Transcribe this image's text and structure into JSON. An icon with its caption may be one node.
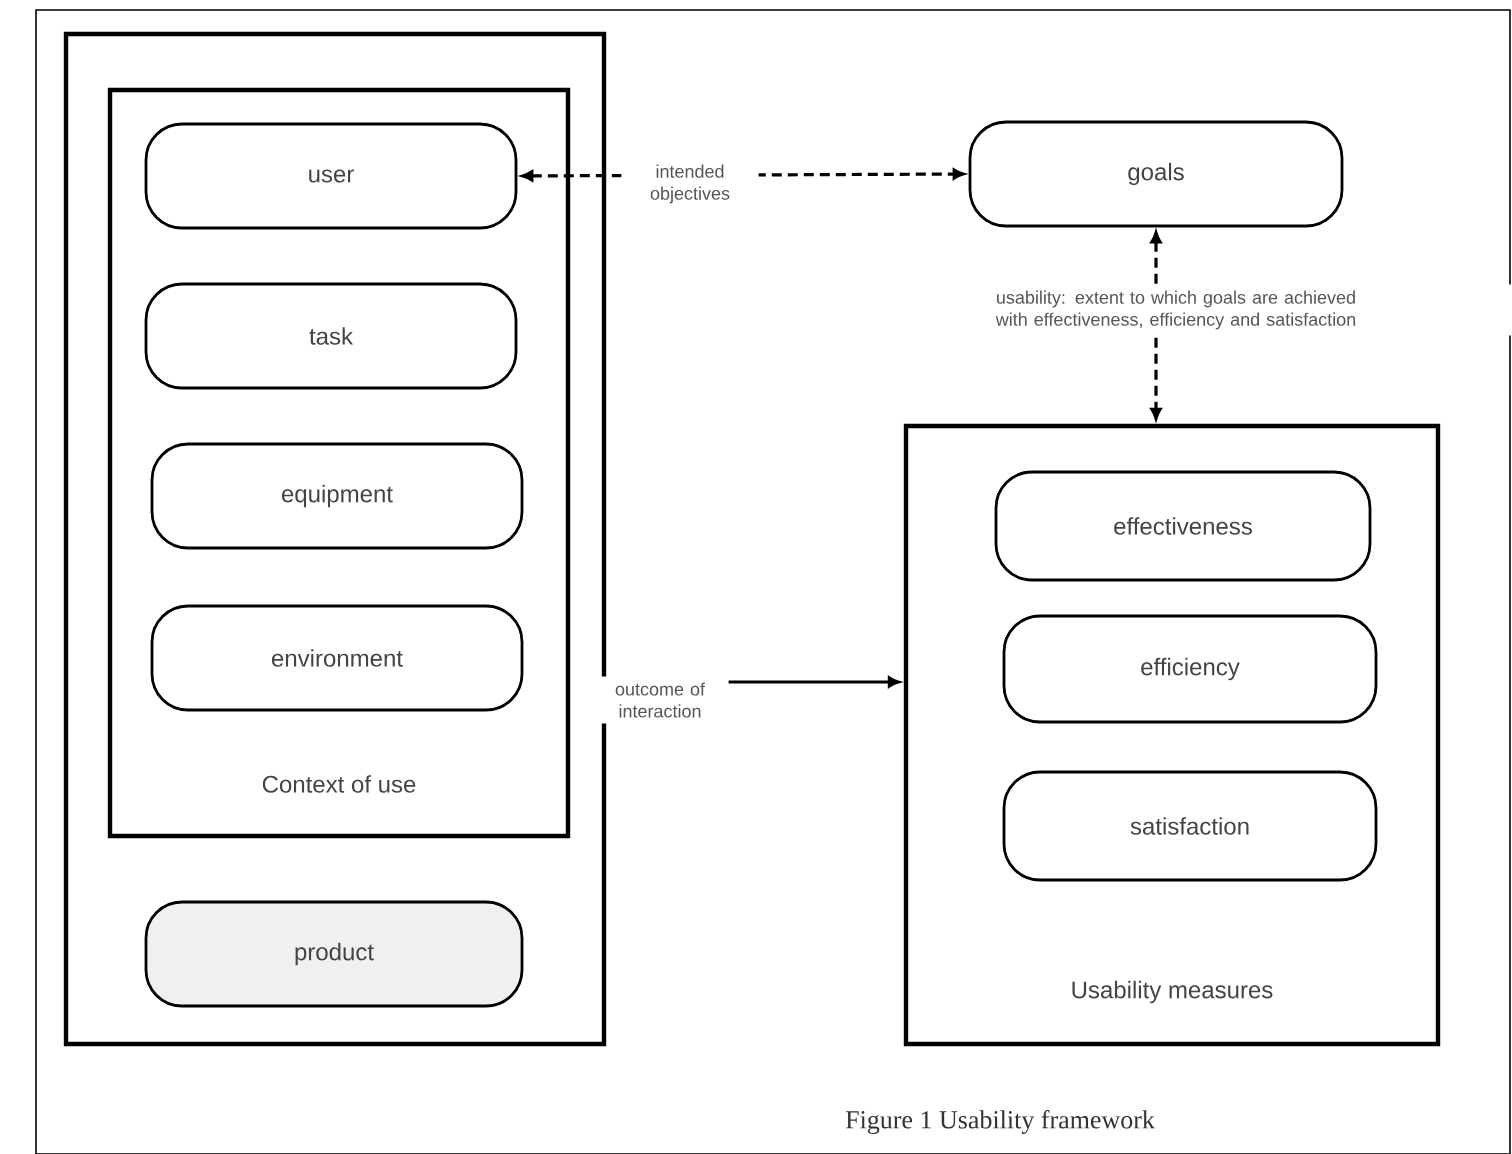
{
  "diagram": {
    "caption": "Figure 1 Usability framework",
    "nodes": [
      {
        "text": [],
        "shape": "box"
      },
      {
        "text": [
          "Context of use"
        ],
        "in": 0
      },
      {
        "text": [
          "user"
        ],
        "in": 1
      },
      {
        "text": [
          "task"
        ],
        "in": 1
      },
      {
        "text": [
          "equipment"
        ],
        "in": 1
      },
      {
        "text": [
          "environment"
        ],
        "in": 1
      },
      {
        "text": [
          "product"
        ],
        "in": 0
      },
      {
        "text": [
          "goals"
        ]
      },
      {
        "text": [
          "Usability measures"
        ]
      },
      {
        "text": [
          "effectiveness"
        ],
        "in": 8
      },
      {
        "text": [
          "efficiency"
        ],
        "in": 8
      },
      {
        "text": [
          "satisfaction"
        ],
        "in": 8
      }
    ],
    "edges": [
      {
        "from": 2,
        "to": 7,
        "arrow": "both",
        "style": "dashed",
        "label": "intended objectives"
      },
      {
        "from": 7,
        "to": 8,
        "arrow": "both",
        "style": "dashed",
        "label": "usability: extent to which goals are achieved with effectiveness, efficiency and satisfaction"
      },
      {
        "from": 0,
        "to": 8,
        "arrow": "to",
        "label": "outcome of interaction"
      }
    ]
  }
}
